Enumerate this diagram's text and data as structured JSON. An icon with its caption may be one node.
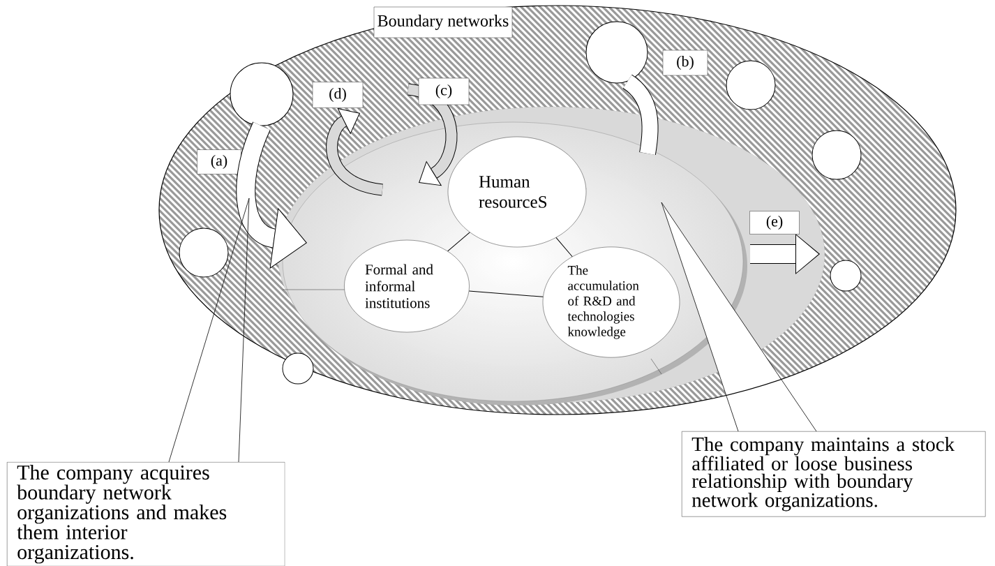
{
  "diagram": {
    "nodes": [
      {
        "text": [
          "Boundary networks"
        ]
      },
      {
        "text": [
          "(b)"
        ]
      },
      {
        "text": [
          "(c)"
        ]
      },
      {
        "text": [
          "(d)"
        ]
      },
      {
        "text": [
          "(a)"
        ]
      },
      {
        "text": [
          "Human resourceS"
        ]
      },
      {
        "text": [
          "(e)"
        ]
      },
      {
        "text": [
          "Formal and informal institutions"
        ]
      },
      {
        "text": [
          "The accumulation of R&D and technologies knowledge"
        ]
      },
      {
        "text": [
          "The company acquires boundary network organizations and makes them interior organizations."
        ]
      },
      {
        "text": [
          "The company maintains a stock affiliated or loose business relationship with boundary network organizations."
        ]
      },
      {
        "text": [],
        "shape": "circle"
      },
      {
        "text": [],
        "shape": "circle"
      },
      {
        "text": [],
        "shape": "circle"
      },
      {
        "text": [],
        "shape": "circle"
      },
      {
        "text": [],
        "shape": "circle"
      },
      {
        "text": [],
        "shape": "circle"
      },
      {
        "text": [],
        "shape": "circle"
      }
    ],
    "edges": [
      {
        "from": 12,
        "to": null,
        "arrow": "to",
        "style": "thick"
      },
      {
        "from": 14,
        "to": null,
        "arrow": "none",
        "style": "thick"
      },
      {
        "from": 5,
        "to": 7,
        "arrow": "none"
      },
      {
        "from": 5,
        "to": 8,
        "arrow": "none"
      },
      {
        "from": 7,
        "to": 8,
        "arrow": "none"
      },
      {
        "from": 9,
        "to": null,
        "arrow": "none"
      },
      {
        "from": 10,
        "to": null,
        "arrow": "none"
      }
    ]
  }
}
